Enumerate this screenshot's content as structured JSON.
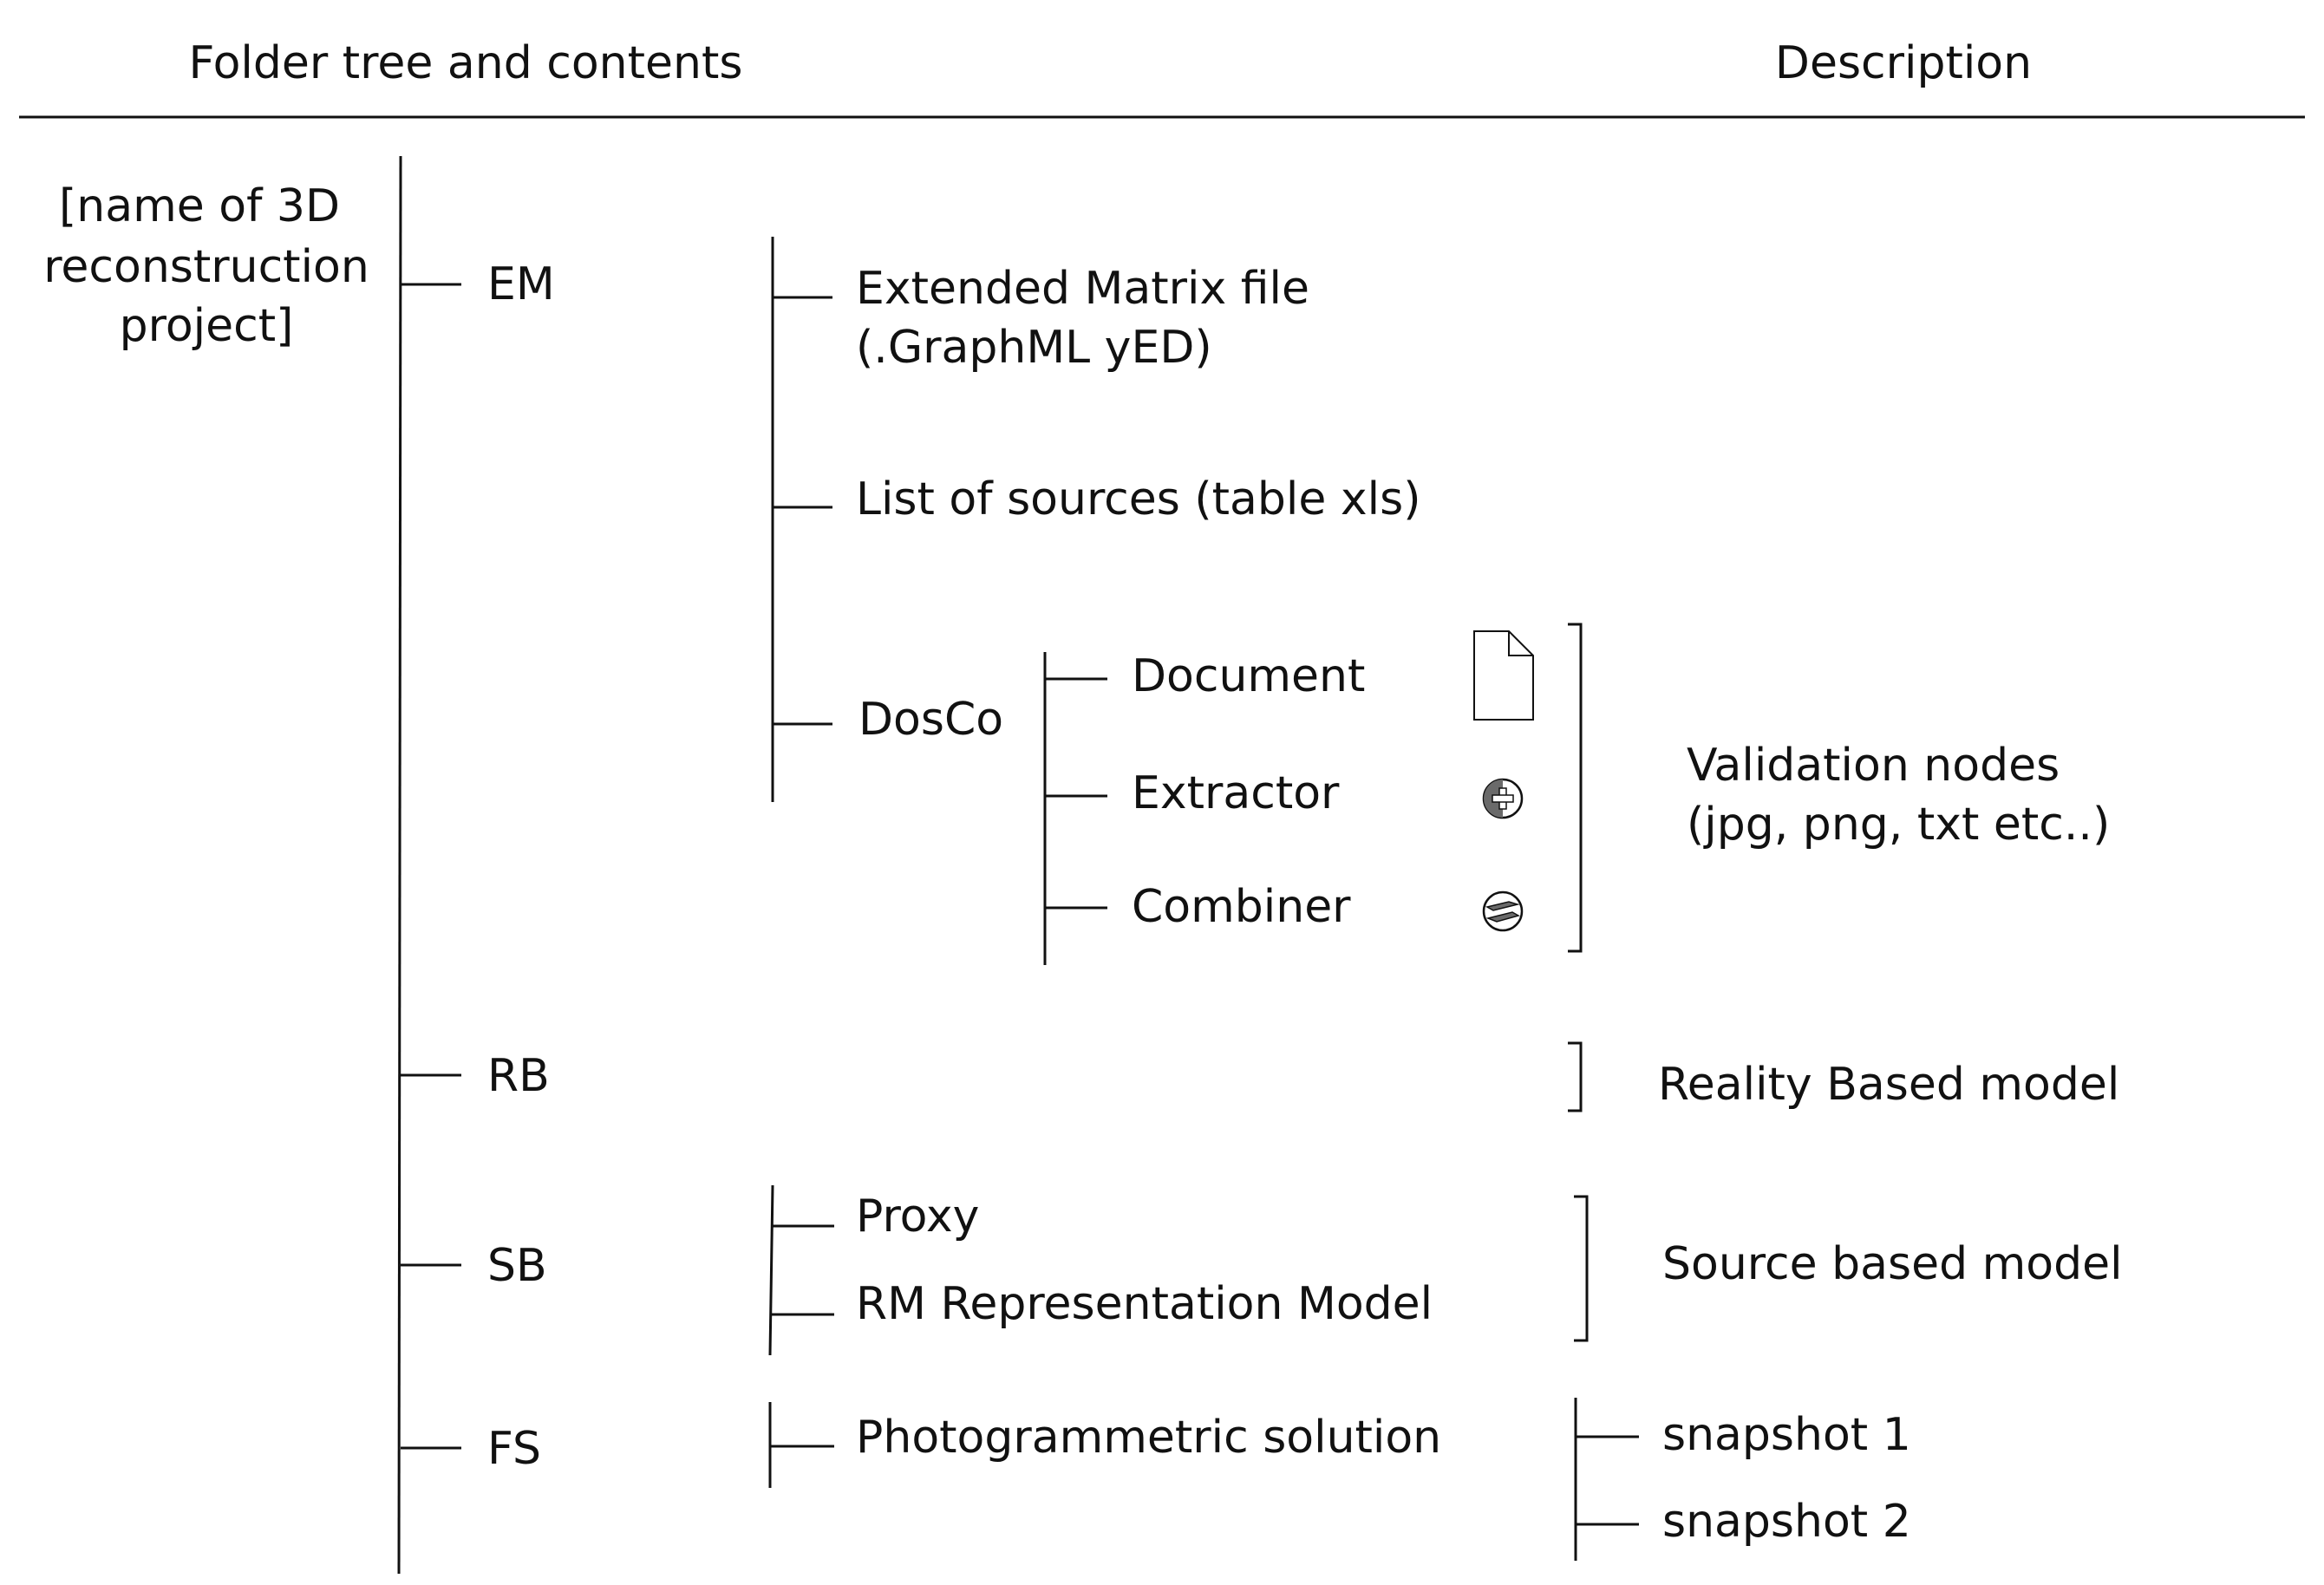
{
  "header": {
    "left_title": "Folder tree and contents",
    "right_title": "Description"
  },
  "root": {
    "lines": [
      "[name of 3D",
      "reconstruction",
      "project]"
    ]
  },
  "folders": {
    "em": {
      "label": "EM",
      "items": {
        "extended_matrix": [
          "Extended Matrix file",
          "(.GraphML yED)"
        ],
        "list_of_sources": "List of sources (table xls)",
        "dosco": {
          "label": "DosCo",
          "children": {
            "document": "Document",
            "extractor": "Extractor",
            "combiner": "Combiner"
          }
        }
      },
      "description": [
        "Validation nodes",
        "(jpg, png, txt etc..)"
      ]
    },
    "rb": {
      "label": "RB",
      "description": "Reality Based model"
    },
    "sb": {
      "label": "SB",
      "items": {
        "proxy": "Proxy",
        "rm": "RM Representation Model"
      },
      "description": "Source based model"
    },
    "fs": {
      "label": "FS",
      "items": {
        "photogrammetric": "Photogrammetric solution"
      },
      "snapshots": [
        "snapshot 1",
        "snapshot 2"
      ]
    }
  },
  "icons": {
    "document": "document-icon",
    "extractor": "extractor-icon",
    "combiner": "combiner-icon"
  }
}
